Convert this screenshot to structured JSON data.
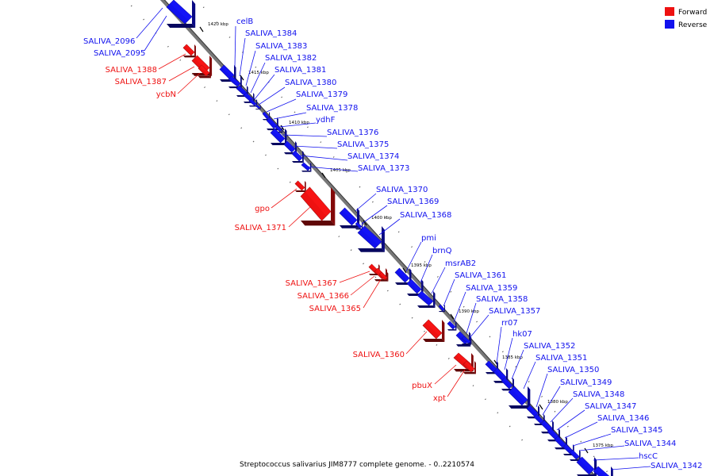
{
  "caption": "Streptococcus salivarius JIM8777 complete genome. - 0..2210574",
  "colors": {
    "forward": "#ee1111",
    "reverse": "#1111ee",
    "backbone": "#777777"
  },
  "legend": [
    {
      "label": "Forward",
      "color": "#ee1111"
    },
    {
      "label": "Reverse",
      "color": "#1111ee"
    }
  ],
  "kbp_labels": [
    "1420 kbp",
    "1415 kbp",
    "1410 kbp",
    "1405 kbp",
    "1400 kbp",
    "1395 kbp",
    "1390 kbp",
    "1385 kbp",
    "1380 kbp",
    "1375 kbp"
  ],
  "genes": [
    {
      "name": "SALIVA_2096",
      "strand": "reverse"
    },
    {
      "name": "SALIVA_2095",
      "strand": "reverse"
    },
    {
      "name": "celB",
      "strand": "reverse"
    },
    {
      "name": "SALIVA_1384",
      "strand": "reverse"
    },
    {
      "name": "SALIVA_1383",
      "strand": "reverse"
    },
    {
      "name": "SALIVA_1382",
      "strand": "reverse"
    },
    {
      "name": "SALIVA_1381",
      "strand": "reverse"
    },
    {
      "name": "SALIVA_1380",
      "strand": "reverse"
    },
    {
      "name": "SALIVA_1379",
      "strand": "reverse"
    },
    {
      "name": "SALIVA_1378",
      "strand": "reverse"
    },
    {
      "name": "ydhF",
      "strand": "reverse"
    },
    {
      "name": "SALIVA_1376",
      "strand": "reverse"
    },
    {
      "name": "SALIVA_1375",
      "strand": "reverse"
    },
    {
      "name": "SALIVA_1374",
      "strand": "reverse"
    },
    {
      "name": "SALIVA_1373",
      "strand": "reverse"
    },
    {
      "name": "SALIVA_1370",
      "strand": "reverse"
    },
    {
      "name": "SALIVA_1369",
      "strand": "reverse"
    },
    {
      "name": "SALIVA_1368",
      "strand": "reverse"
    },
    {
      "name": "pmi",
      "strand": "reverse"
    },
    {
      "name": "brnQ",
      "strand": "reverse"
    },
    {
      "name": "msrAB2",
      "strand": "reverse"
    },
    {
      "name": "SALIVA_1361",
      "strand": "reverse"
    },
    {
      "name": "SALIVA_1359",
      "strand": "reverse"
    },
    {
      "name": "SALIVA_1358",
      "strand": "reverse"
    },
    {
      "name": "SALIVA_1357",
      "strand": "reverse"
    },
    {
      "name": "rr07",
      "strand": "reverse"
    },
    {
      "name": "hk07",
      "strand": "reverse"
    },
    {
      "name": "SALIVA_1352",
      "strand": "reverse"
    },
    {
      "name": "SALIVA_1351",
      "strand": "reverse"
    },
    {
      "name": "SALIVA_1350",
      "strand": "reverse"
    },
    {
      "name": "SALIVA_1349",
      "strand": "reverse"
    },
    {
      "name": "SALIVA_1348",
      "strand": "reverse"
    },
    {
      "name": "SALIVA_1347",
      "strand": "reverse"
    },
    {
      "name": "SALIVA_1346",
      "strand": "reverse"
    },
    {
      "name": "SALIVA_1345",
      "strand": "reverse"
    },
    {
      "name": "SALIVA_1344",
      "strand": "reverse"
    },
    {
      "name": "hscC",
      "strand": "reverse"
    },
    {
      "name": "SALIVA_1342",
      "strand": "reverse"
    },
    {
      "name": "SALIVA_1388",
      "strand": "forward"
    },
    {
      "name": "SALIVA_1387",
      "strand": "forward"
    },
    {
      "name": "ycbN",
      "strand": "forward"
    },
    {
      "name": "gpo",
      "strand": "forward"
    },
    {
      "name": "SALIVA_1371",
      "strand": "forward"
    },
    {
      "name": "SALIVA_1367",
      "strand": "forward"
    },
    {
      "name": "SALIVA_1366",
      "strand": "forward"
    },
    {
      "name": "SALIVA_1365",
      "strand": "forward"
    },
    {
      "name": "SALIVA_1360",
      "strand": "forward"
    },
    {
      "name": "pbuX",
      "strand": "forward"
    },
    {
      "name": "xpt",
      "strand": "forward"
    }
  ]
}
